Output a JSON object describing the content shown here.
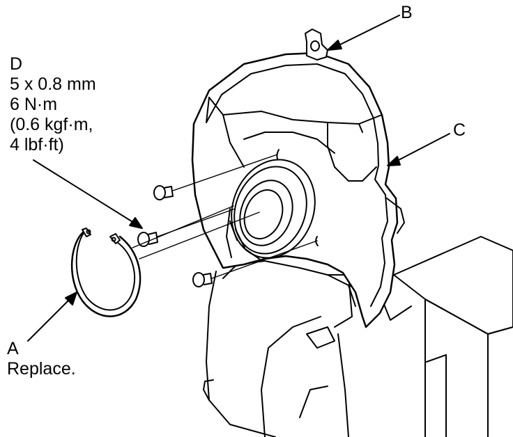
{
  "callouts": {
    "a": {
      "letter": "A",
      "note": "Replace."
    },
    "b": {
      "letter": "B"
    },
    "c": {
      "letter": "C"
    },
    "d": {
      "letter": "D",
      "spec_lines": [
        "5 x 0.8 mm",
        "6 N·m",
        "(0.6 kgf·m,",
        "4 lbf·ft)"
      ]
    }
  }
}
